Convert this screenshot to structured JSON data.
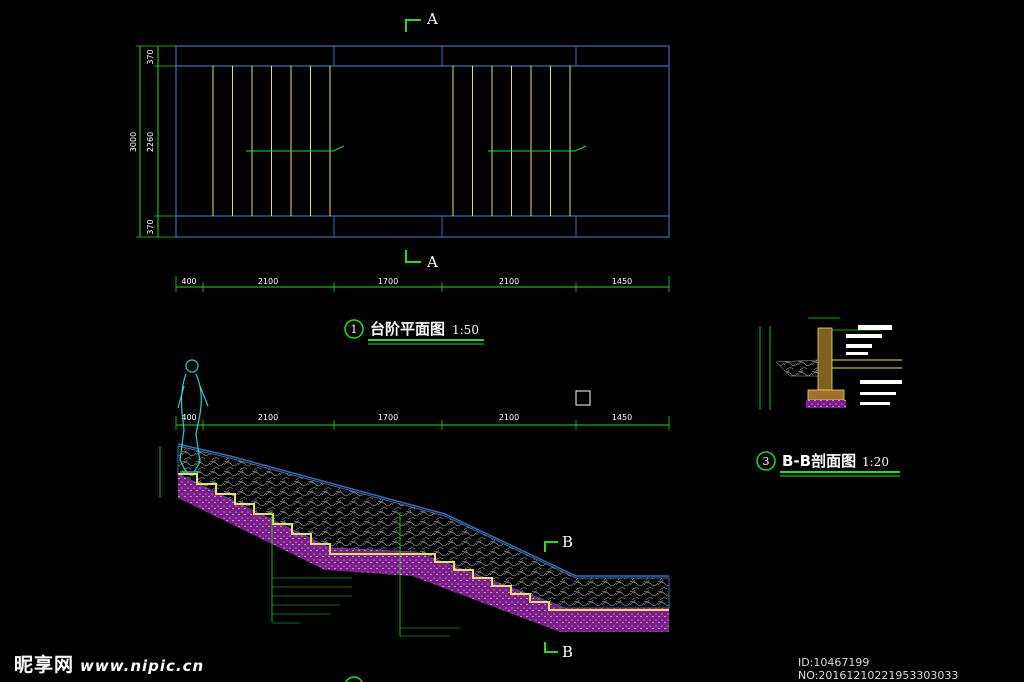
{
  "plan": {
    "section_marker": "A",
    "dims_vertical": [
      "370",
      "2260",
      "370"
    ],
    "dim_total_vertical": "3000",
    "dims_horizontal": [
      "400",
      "2100",
      "1700",
      "2100",
      "1450"
    ],
    "title_number": "1",
    "title": "台阶平面图",
    "scale": "1:50"
  },
  "section": {
    "dims_horizontal": [
      "400",
      "2100",
      "1700",
      "2100",
      "1450"
    ],
    "section_marker": "B",
    "title_partial": "A-A剖面图"
  },
  "detail": {
    "title_number": "3",
    "title": "B-B剖面图",
    "scale": "1:20"
  },
  "watermark": {
    "brand": "昵享网",
    "url": "www.nipic.cn",
    "id_text": "ID:10467199 NO:20161210221953303033"
  },
  "colors": {
    "background": "#000000",
    "outline": "#3a6fb0",
    "marker": "#22dd22",
    "dimension": "#ffffff",
    "tread": "#e8e060",
    "fill": "#b040c0",
    "figure": "#30d0d0"
  }
}
